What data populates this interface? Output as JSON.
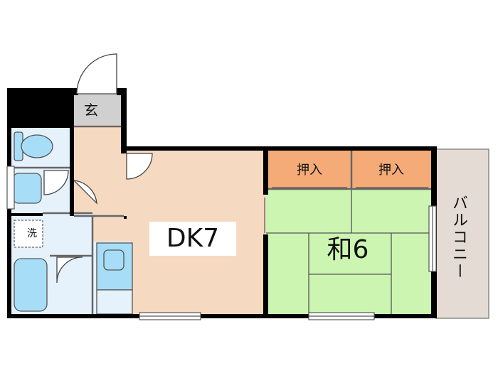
{
  "floor_plan": {
    "rooms": {
      "dk": "DK7",
      "washitsu": "和6",
      "entrance": "玄",
      "closet_left": "押入",
      "closet_right": "押入",
      "balcony": "バルコニー",
      "washer": "洗"
    },
    "colors": {
      "wall": "#000000",
      "dk_floor": "#f5d9c1",
      "tatami": "#ccf5b2",
      "closet": "#f4ab77",
      "wet_area": "#e5f1fb",
      "fixture": "#a8ddf7",
      "entrance_step": "#d0d0d0",
      "balcony": "#e4dbd4"
    }
  }
}
